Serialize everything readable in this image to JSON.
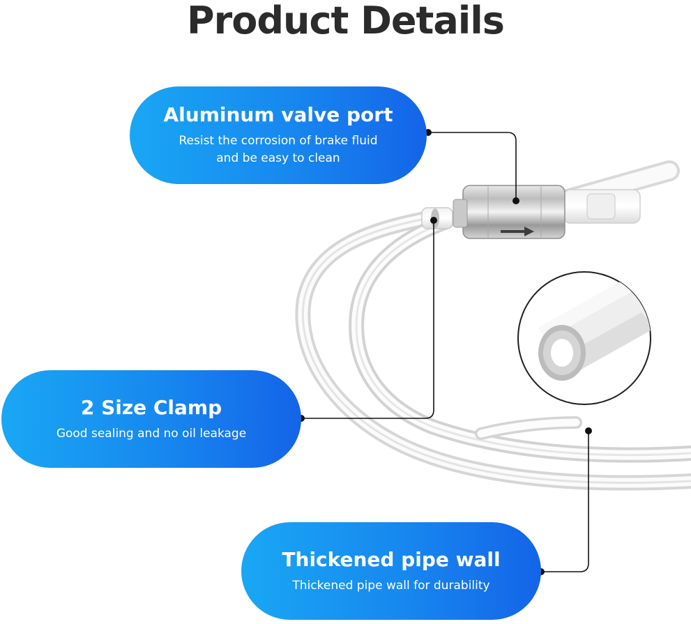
{
  "header": {
    "title": "Product Details"
  },
  "callouts": [
    {
      "title": "Aluminum valve port",
      "description_lines": [
        "Resist the corrosion of brake fluid",
        "and be easy to clean"
      ]
    },
    {
      "title": "2 Size Clamp",
      "description_lines": [
        "Good sealing and no oil leakage"
      ]
    },
    {
      "title": "Thickened pipe wall",
      "description_lines": [
        "Thickened pipe wall for durability"
      ]
    }
  ],
  "colors": {
    "title_text": "#2b2b2b",
    "pill_gradient_start": "#19a7f4",
    "pill_gradient_end": "#1464e8",
    "pill_text": "#ffffff",
    "leader_line": "#111111"
  },
  "product_image": {
    "icon_names": [
      "clear-hose-icon",
      "aluminum-valve-icon",
      "flow-arrow-icon",
      "hose-cross-section-icon"
    ]
  }
}
